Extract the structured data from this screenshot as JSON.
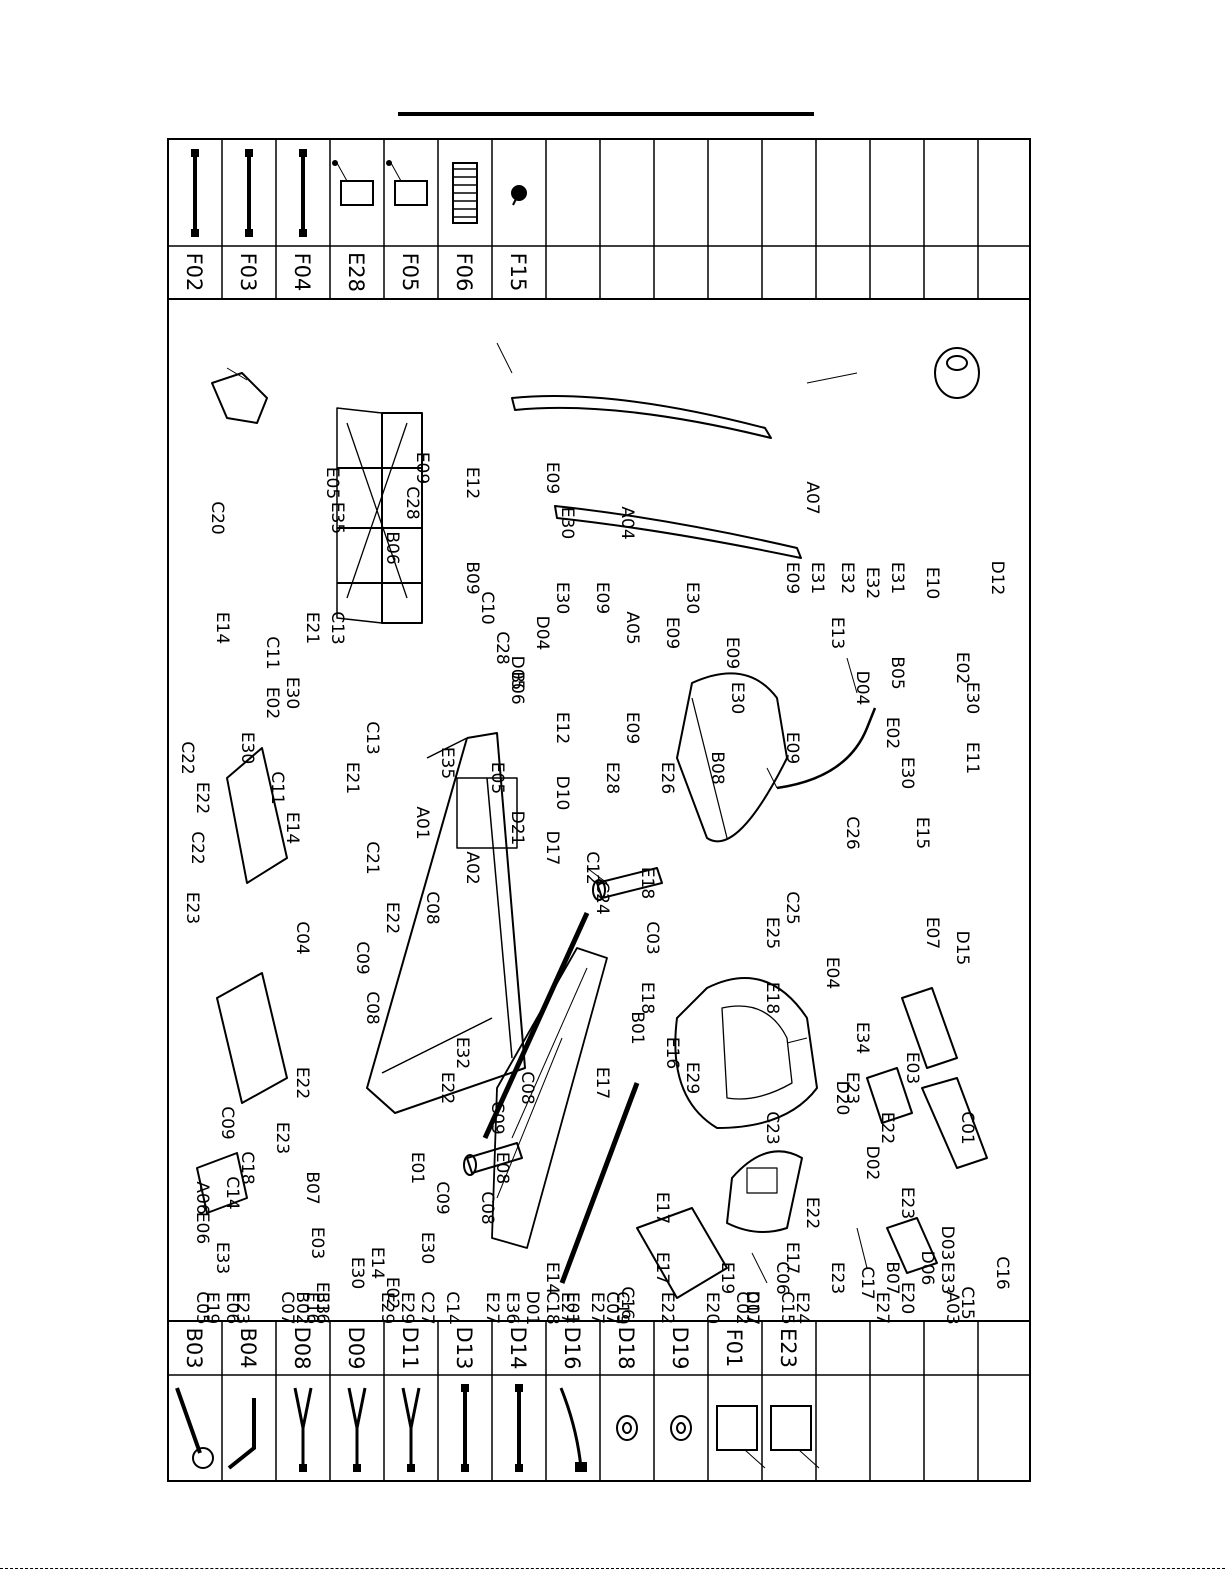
{
  "top_strip": {
    "cells": [
      {
        "code": "F02",
        "icon": "cable-icon"
      },
      {
        "code": "F03",
        "icon": "cable-icon"
      },
      {
        "code": "F04",
        "icon": "cable-icon"
      },
      {
        "code": "E28",
        "icon": "plate-icon"
      },
      {
        "code": "F05",
        "icon": "plate-icon"
      },
      {
        "code": "F06",
        "icon": "connector-icon"
      },
      {
        "code": "F15",
        "icon": "screw-icon"
      },
      {
        "code": "",
        "icon": ""
      },
      {
        "code": "",
        "icon": ""
      },
      {
        "code": "",
        "icon": ""
      },
      {
        "code": "",
        "icon": ""
      },
      {
        "code": "",
        "icon": ""
      },
      {
        "code": "",
        "icon": ""
      },
      {
        "code": "",
        "icon": ""
      },
      {
        "code": "",
        "icon": ""
      },
      {
        "code": "",
        "icon": ""
      }
    ]
  },
  "bottom_strip": {
    "cells": [
      {
        "code": "B03",
        "icon": "wrench-icon"
      },
      {
        "code": "B04",
        "icon": "allen-key-icon"
      },
      {
        "code": "D08",
        "icon": "split-cable-icon"
      },
      {
        "code": "D09",
        "icon": "split-cable-icon"
      },
      {
        "code": "D11",
        "icon": "split-cable-icon"
      },
      {
        "code": "D13",
        "icon": "cable-icon"
      },
      {
        "code": "D14",
        "icon": "cable-icon"
      },
      {
        "code": "D16",
        "icon": "power-cord-icon"
      },
      {
        "code": "D18",
        "icon": "ring-icon"
      },
      {
        "code": "D19",
        "icon": "ring-icon"
      },
      {
        "code": "F01",
        "icon": "motor-controller-icon"
      },
      {
        "code": "E23",
        "icon": "motor-controller-icon"
      },
      {
        "code": "",
        "icon": ""
      },
      {
        "code": "",
        "icon": ""
      },
      {
        "code": "",
        "icon": ""
      },
      {
        "code": "",
        "icon": ""
      }
    ]
  },
  "callouts": [
    "C20",
    "E05",
    "E35",
    "C28",
    "E09",
    "B06",
    "B09",
    "E12",
    "E09",
    "E30",
    "A04",
    "A07",
    "E09",
    "E31",
    "E32",
    "E32",
    "E31",
    "E10",
    "D12",
    "E14",
    "C11",
    "E30",
    "E21",
    "C13",
    "C10",
    "C28",
    "D05",
    "B06",
    "D04",
    "E30",
    "E09",
    "A05",
    "E30",
    "E09",
    "E13",
    "E09",
    "E30",
    "D04",
    "E12",
    "E09",
    "E02",
    "C22",
    "E22",
    "C22",
    "E30",
    "C11",
    "E14",
    "C13",
    "E21",
    "E35",
    "E05",
    "A01",
    "E02",
    "B05",
    "E30",
    "E02",
    "E30",
    "E11",
    "E15",
    "E09",
    "B08",
    "E26",
    "E28",
    "D10",
    "D21",
    "D17",
    "C12",
    "A02",
    "C08",
    "C21",
    "E23",
    "C04",
    "E22",
    "C09",
    "C08",
    "C24",
    "E18",
    "C03",
    "E18",
    "E18",
    "E25",
    "C25",
    "C26",
    "E04",
    "E07",
    "D15",
    "E34",
    "E03",
    "E23",
    "B01",
    "E16",
    "E29",
    "E17",
    "E32",
    "C08",
    "C09",
    "E22",
    "E08",
    "C08",
    "C09",
    "E22",
    "E23",
    "C09",
    "E01",
    "E14",
    "C18",
    "C14",
    "A06",
    "E06",
    "E33",
    "B07",
    "E03",
    "E33",
    "E30",
    "E02",
    "E30",
    "C14",
    "E14",
    "E01",
    "C18",
    "C07",
    "E17",
    "E17",
    "E17",
    "C23",
    "D20",
    "E22",
    "C01",
    "D02",
    "E23",
    "E22",
    "C17",
    "D06",
    "E20",
    "A03",
    "C15",
    "D03",
    "C16",
    "E20",
    "C15",
    "C16",
    "E22",
    "C17",
    "D07",
    "C19",
    "C02",
    "E24",
    "E27",
    "E27",
    "D01",
    "E27",
    "E27",
    "E36",
    "C27",
    "C07",
    "E29",
    "E16",
    "B02",
    "E29",
    "E16",
    "E19",
    "C05",
    "E23",
    "E19",
    "C06",
    "E23",
    "B07",
    "E33",
    "E06"
  ]
}
